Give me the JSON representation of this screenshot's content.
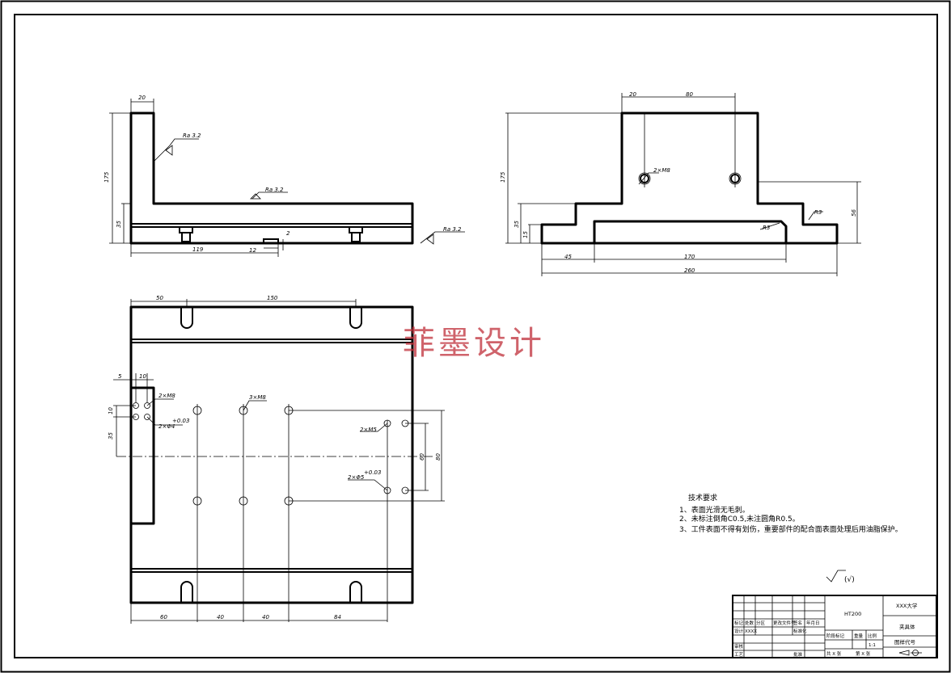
{
  "watermark": "菲墨设计",
  "surface_finish": {
    "side_view_vertical": "Ra 3.2",
    "side_view_top": "Ra 3.2",
    "side_view_bottom": "Ra 3.2",
    "general_symbol_note": "(√)"
  },
  "side_view_dims": {
    "width_top": "20",
    "height_total": "175",
    "height_base": "35",
    "length_bottom": "119",
    "groove_depth": "2",
    "groove_width": "12"
  },
  "front_view_dims": {
    "top_offset": "20",
    "hole_spacing": "80",
    "height_total": "175",
    "height_step": "35",
    "height_foot": "15",
    "height_right": "56",
    "left_width": "45",
    "middle_width": "170",
    "total_width": "260",
    "radius_left": "R3",
    "radius_right": "R3",
    "hole_callout": "2×M8"
  },
  "top_view_dims": {
    "slot_left": "50",
    "slot_spacing": "150",
    "small_5": "5",
    "small_10": "10",
    "v_10": "10",
    "v_35": "35",
    "v_60": "60",
    "v_80": "80",
    "bottom_60": "60",
    "bottom_40a": "40",
    "bottom_40b": "40",
    "bottom_84": "84",
    "callout_m8_2": "2×M8",
    "callout_pin_2": "2×Φ4",
    "callout_m8_3": "3×M8",
    "callout_m5_2": "2×M5",
    "callout_pin5_2": "2×Φ5",
    "tolerance": "+0.03"
  },
  "tech_requirements": {
    "title": "技术要求",
    "items": [
      "1、表面光滑无毛刺。",
      "2、未标注倒角C0.5,未注圆角R0.5。",
      "3、工件表面不得有划伤，重要部件的配合面表面处理后用油脂保护。"
    ]
  },
  "title_block": {
    "material": "HT200",
    "school": "XXX大学",
    "part_name": "夹具体",
    "drawing_no": "图样代号",
    "scale_label": "比例",
    "scale": "1:1",
    "weight_label": "重量",
    "stage_label": "阶段标记",
    "designer_label": "设计",
    "designer": "XXXX",
    "standardize_label": "标准化",
    "review_label": "审核",
    "process_label": "工艺",
    "approve_label": "批准",
    "mark_label": "标记",
    "count_label": "处数",
    "zone_label": "分区",
    "change_label": "更改文件号",
    "sign_label": "签名",
    "date_label": "年月日",
    "sheets_total": "共 X 张",
    "sheet_no": "第 X 张"
  }
}
